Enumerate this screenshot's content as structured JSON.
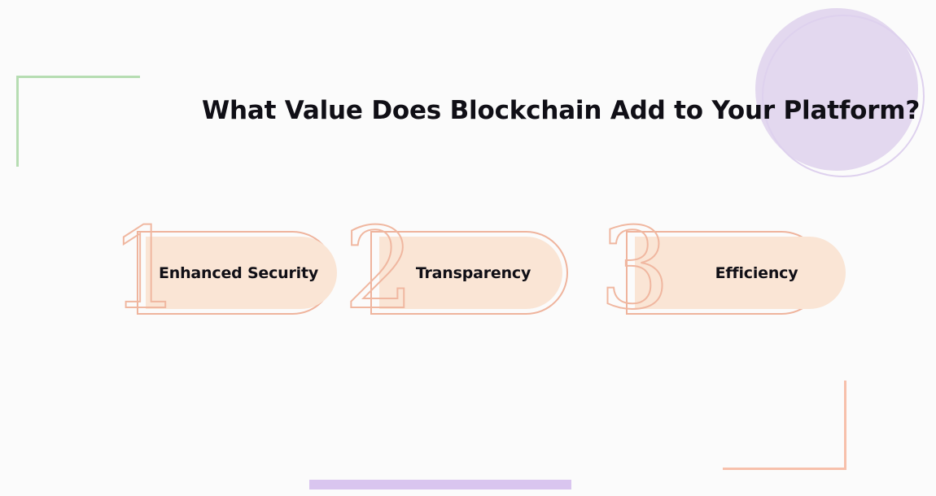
{
  "slide": {
    "background_color": "#fbfbfb",
    "title": "What Value Does Blockchain Add to Your Platform?"
  },
  "items": [
    {
      "number": "1",
      "label": "Enhanced Security"
    },
    {
      "number": "2",
      "label": "Transparency"
    },
    {
      "number": "3",
      "label": "Efficiency"
    }
  ],
  "decorations": {
    "circle_fill_color": "#e3d8ef",
    "circle_ring_color": "#ded1ee",
    "bracket_top_left_color": "#b6ddb2",
    "bracket_bottom_right_color": "#f7c0ab",
    "bottom_bar_color": "#d9c5ef",
    "pill_fill_color": "#fae5d5",
    "pill_outline_color": "#efb49d",
    "numeral_outline_color": "#f0b7a0",
    "text_color": "#100f16"
  }
}
